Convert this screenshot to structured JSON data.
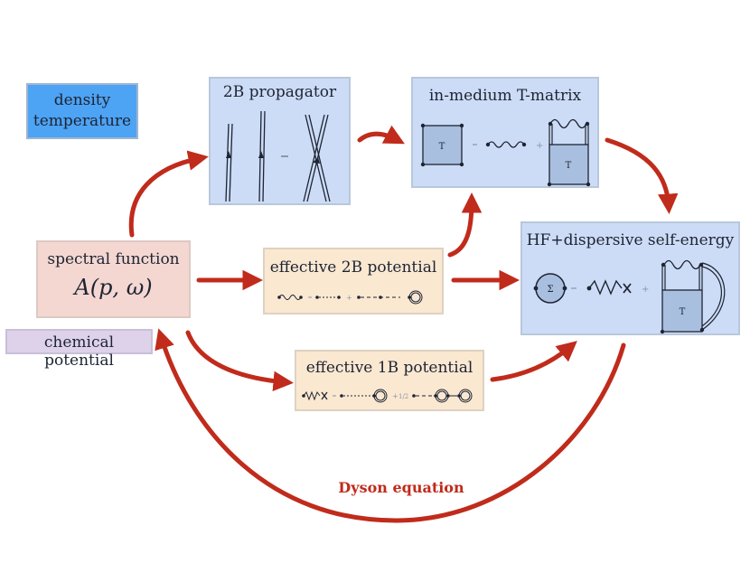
{
  "nodes": {
    "density": {
      "line1": "density",
      "line2": "temperature"
    },
    "propagator": {
      "title": "2B propagator"
    },
    "tmatrix": {
      "title": "in-medium T-matrix",
      "t_label": "T"
    },
    "selfenergy": {
      "title": "HF+dispersive self-energy",
      "sigma_label": "Σ",
      "t_label": "T"
    },
    "spectral": {
      "title": "spectral function",
      "formula": "A(p, ω)"
    },
    "eff2b": {
      "title": "effective 2B potential"
    },
    "eff1b": {
      "title": "effective 1B potential",
      "half": "1/2"
    },
    "chemical": {
      "title": "chemical potential"
    }
  },
  "dyson": {
    "label": "Dyson equation"
  },
  "colors": {
    "arrow": "#c02b1b",
    "blue_box": "#cddcf6",
    "peach_box": "#fbe8d1",
    "pink_box": "#f4d7d1",
    "density_box": "#4da3f4"
  }
}
